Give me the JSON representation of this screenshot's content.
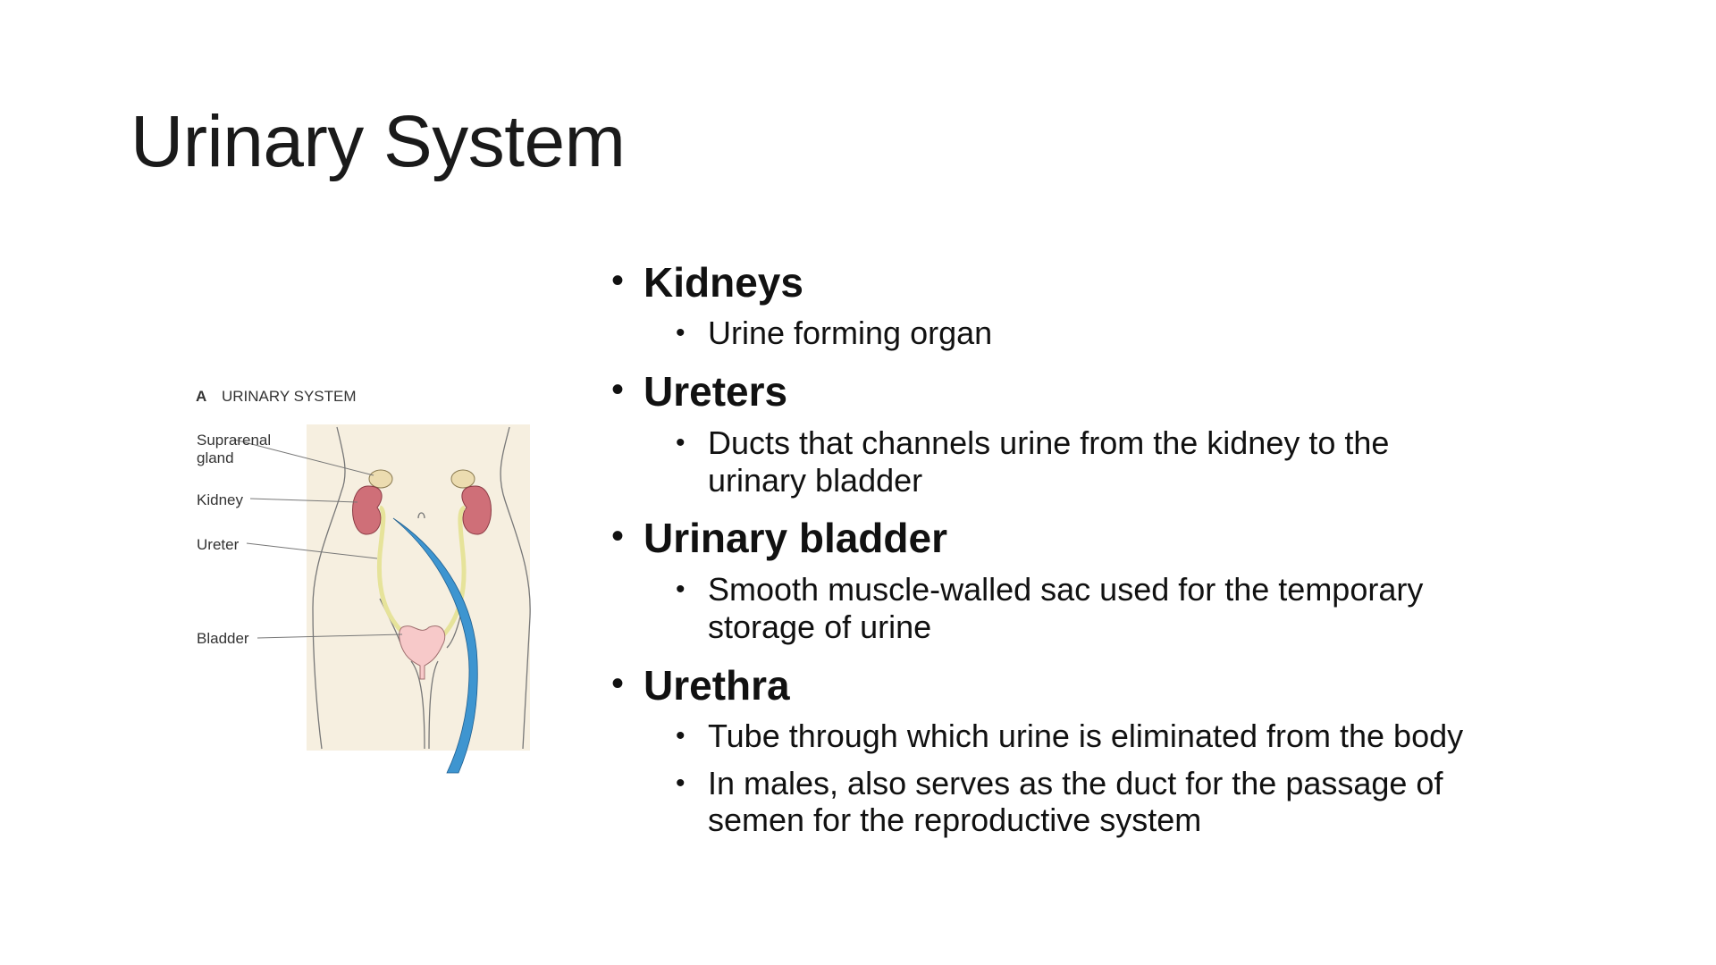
{
  "slide": {
    "title": "Urinary System",
    "figure": {
      "heading_letter": "A",
      "heading": "URINARY SYSTEM",
      "labels": {
        "suprarenal_1": "Suprarenal",
        "suprarenal_2": "gland",
        "kidney": "Kidney",
        "ureter": "Ureter",
        "bladder": "Bladder"
      }
    },
    "bullets": [
      {
        "label": "Kidneys",
        "sub": [
          "Urine forming organ"
        ]
      },
      {
        "label": "Ureters",
        "sub": [
          "Ducts that channels urine from the kidney to the",
          "urinary bladder"
        ]
      },
      {
        "label": "Urinary bladder",
        "sub": [
          "Smooth muscle-walled sac used for the temporary",
          "storage of urine"
        ]
      },
      {
        "label": "Urethra",
        "sub": [
          "Tube through which urine is eliminated from the body",
          "In males, also serves as the duct for the passage of",
          "semen for the reproductive system"
        ]
      }
    ],
    "bullet_char": "•"
  }
}
